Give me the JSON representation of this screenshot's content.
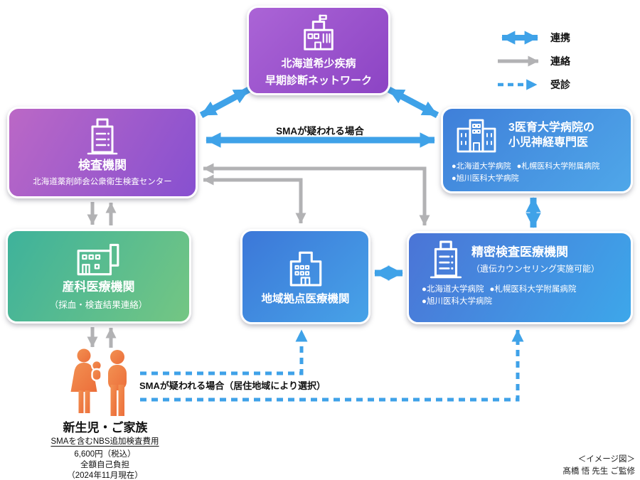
{
  "legend": {
    "items": [
      {
        "label": "連携",
        "type": "solid-double-arrow",
        "color": "#3fa2e8"
      },
      {
        "label": "連絡",
        "type": "solid-single-arrow",
        "color": "#b2b2b4"
      },
      {
        "label": "受診",
        "type": "dashed-arrow",
        "color": "#3fa2e8"
      }
    ]
  },
  "nodes": {
    "network": {
      "title_line1": "北海道希少疾病",
      "title_line2": "早期診断ネットワーク"
    },
    "kensa": {
      "title": "検査機関",
      "subtitle": "北海道薬剤師会公衆衛生検査センター"
    },
    "senmon": {
      "title_line1": "3医育大学病院の",
      "title_line2": "小児神経専門医",
      "bullets": [
        "●北海道大学病院",
        "●札幌医科大学附属病院",
        "●旭川医科大学病院"
      ]
    },
    "sanka": {
      "title": "産科医療機関",
      "subtitle": "（採血・検査結果連絡）"
    },
    "chiiki": {
      "title": "地域拠点医療機関"
    },
    "seimitsu": {
      "title": "精密検査医療機関",
      "subtitle": "（遺伝カウンセリング実施可能）",
      "bullets": [
        "●北海道大学病院",
        "●札幌医科大学附属病院",
        "●旭川医科大学病院"
      ]
    },
    "family": {
      "title": "新生児・ご家族",
      "note_title": "SMAを含むNBS追加検査費用",
      "note_lines": [
        "6,600円（税込）",
        "全額自己負担",
        "（2024年11月現在）"
      ]
    }
  },
  "labels": {
    "sma_suspected": "SMAが疑われる場合",
    "sma_suspected_choice": "SMAが疑われる場合（居住地域により選択）",
    "image_note": "＜イメージ図＞",
    "supervisor": "髙橋 悟 先生 ご監修"
  },
  "colors": {
    "renkei_blue": "#3fa2e8",
    "renraku_gray": "#b2b2b4",
    "family_orange": "#ee7b45",
    "network_box": [
      "#ab64d6",
      "#8c44c4"
    ],
    "kensa_box": [
      "#bb68c6",
      "#8750d0"
    ],
    "senmon_box": [
      "#3f7fd9",
      "#4fa7e9"
    ],
    "sanka_box": [
      "#3eb29b",
      "#74c683"
    ],
    "chiiki_box": [
      "#3c77d8",
      "#47a3e8"
    ],
    "seimitsu_box": [
      "#4b74d6",
      "#3da7ea"
    ]
  }
}
